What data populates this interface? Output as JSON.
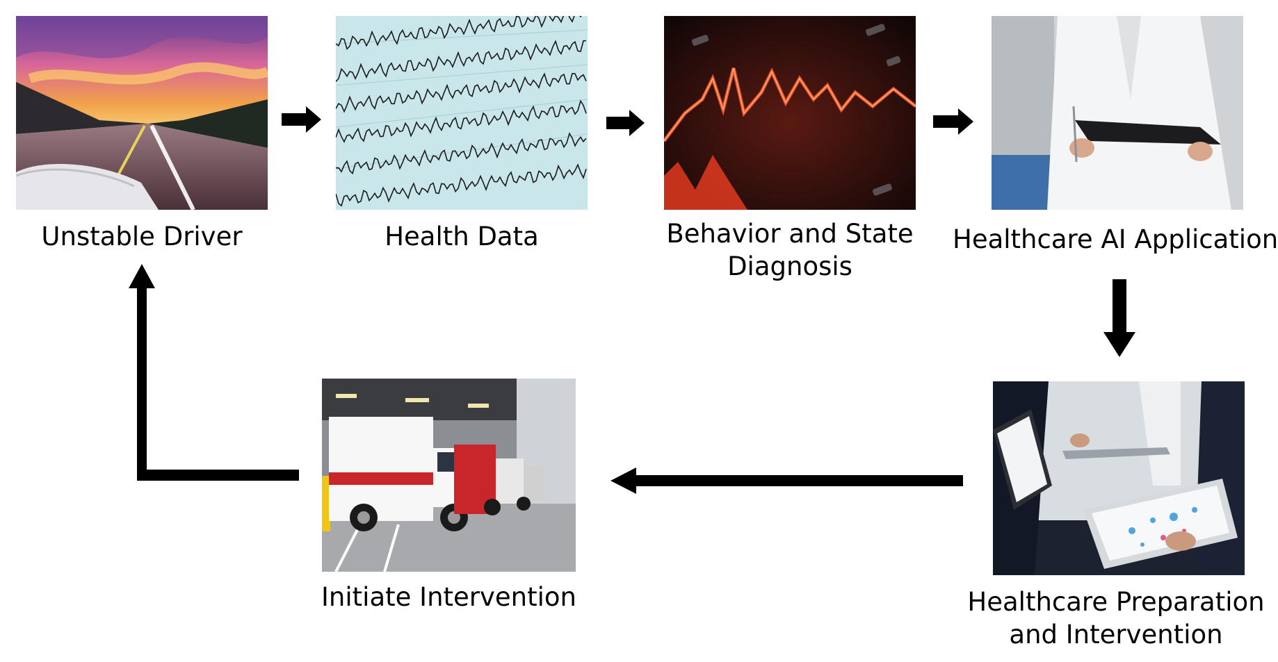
{
  "nodes": [
    {
      "id": "unstable-driver",
      "label_lines": [
        "Unstable Driver"
      ],
      "image": "highway-sunset-driving"
    },
    {
      "id": "health-data",
      "label_lines": [
        "Health Data"
      ],
      "image": "eeg-waveform-paper"
    },
    {
      "id": "behavior-diagnosis",
      "label_lines": [
        "Behavior and State",
        "Diagnosis"
      ],
      "image": "red-signal-monitor"
    },
    {
      "id": "healthcare-ai",
      "label_lines": [
        "Healthcare AI Application"
      ],
      "image": "doctor-with-clipboard"
    },
    {
      "id": "healthcare-preparation",
      "label_lines": [
        "Healthcare Preparation",
        "and Intervention"
      ],
      "image": "clinicians-with-tablets"
    },
    {
      "id": "initiate-intervention",
      "label_lines": [
        "Initiate Intervention"
      ],
      "image": "ambulances-at-bay"
    }
  ],
  "edges": [
    {
      "from": "unstable-driver",
      "to": "health-data"
    },
    {
      "from": "health-data",
      "to": "behavior-diagnosis"
    },
    {
      "from": "behavior-diagnosis",
      "to": "healthcare-ai"
    },
    {
      "from": "healthcare-ai",
      "to": "healthcare-preparation"
    },
    {
      "from": "healthcare-preparation",
      "to": "initiate-intervention"
    },
    {
      "from": "initiate-intervention",
      "to": "unstable-driver"
    }
  ],
  "colors": {
    "arrow": "#000000",
    "label_text": "#000000",
    "background": "#ffffff"
  }
}
